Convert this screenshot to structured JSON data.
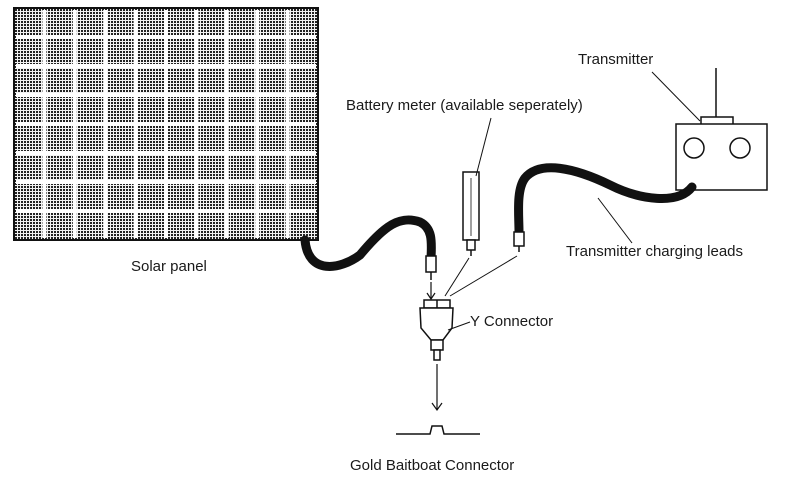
{
  "labels": {
    "solar_panel": "Solar panel",
    "transmitter": "Transmitter",
    "battery_meter": "Battery meter (available seperately)",
    "charging_leads": "Transmitter charging leads",
    "y_connector": "Y Connector",
    "gold_connector": "Gold Baitboat Connector"
  },
  "grid": {
    "columns": 10,
    "rows": 8
  },
  "colors": {
    "line": "#1a1a1a",
    "cable": "#111111",
    "panel_cell": "#ffffff"
  }
}
